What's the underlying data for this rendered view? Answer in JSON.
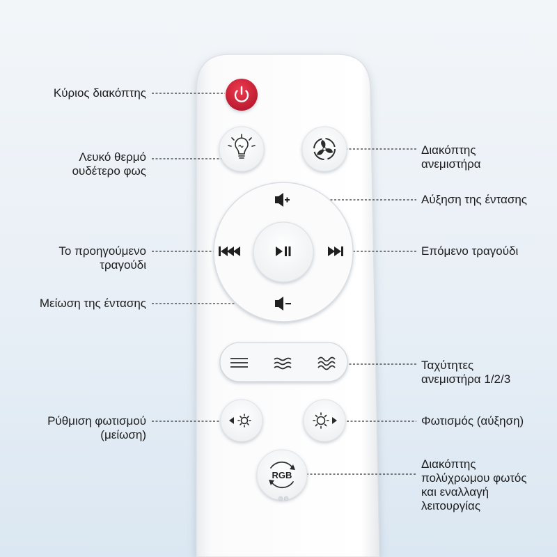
{
  "labels": {
    "power": [
      "Κύριος διακόπτης"
    ],
    "white_warm_neutral": [
      "Λευκό θερμό",
      "ουδέτερο φως"
    ],
    "fan_switch": [
      "Διακόπτης",
      "ανεμιστήρα"
    ],
    "volume_up": [
      "Αύξηση της έντασης"
    ],
    "previous_song": [
      "Το προηγούμενο",
      "τραγούδι"
    ],
    "next_song": [
      "Επόμενο τραγούδι"
    ],
    "volume_down": [
      "Μείωση της έντασης"
    ],
    "fan_speeds": [
      "Ταχύτητες",
      "ανεμιστήρα 1/2/3"
    ],
    "light_decrease": [
      "Ρύθμιση φωτισμού",
      "(μείωση)"
    ],
    "light_increase": [
      "Φωτισμός (αύξηση)"
    ],
    "rgb_switch": [
      "Διακόπτης",
      "πολύχρωμου φωτός",
      "και εναλλαγή",
      "λειτουργίας"
    ]
  },
  "buttons": {
    "rgb_text": "RGB"
  },
  "colors": {
    "power_button": "#d6223a",
    "icon": "#2b2b2b",
    "remote_body": "#ffffff",
    "callout_line": "#333333"
  }
}
